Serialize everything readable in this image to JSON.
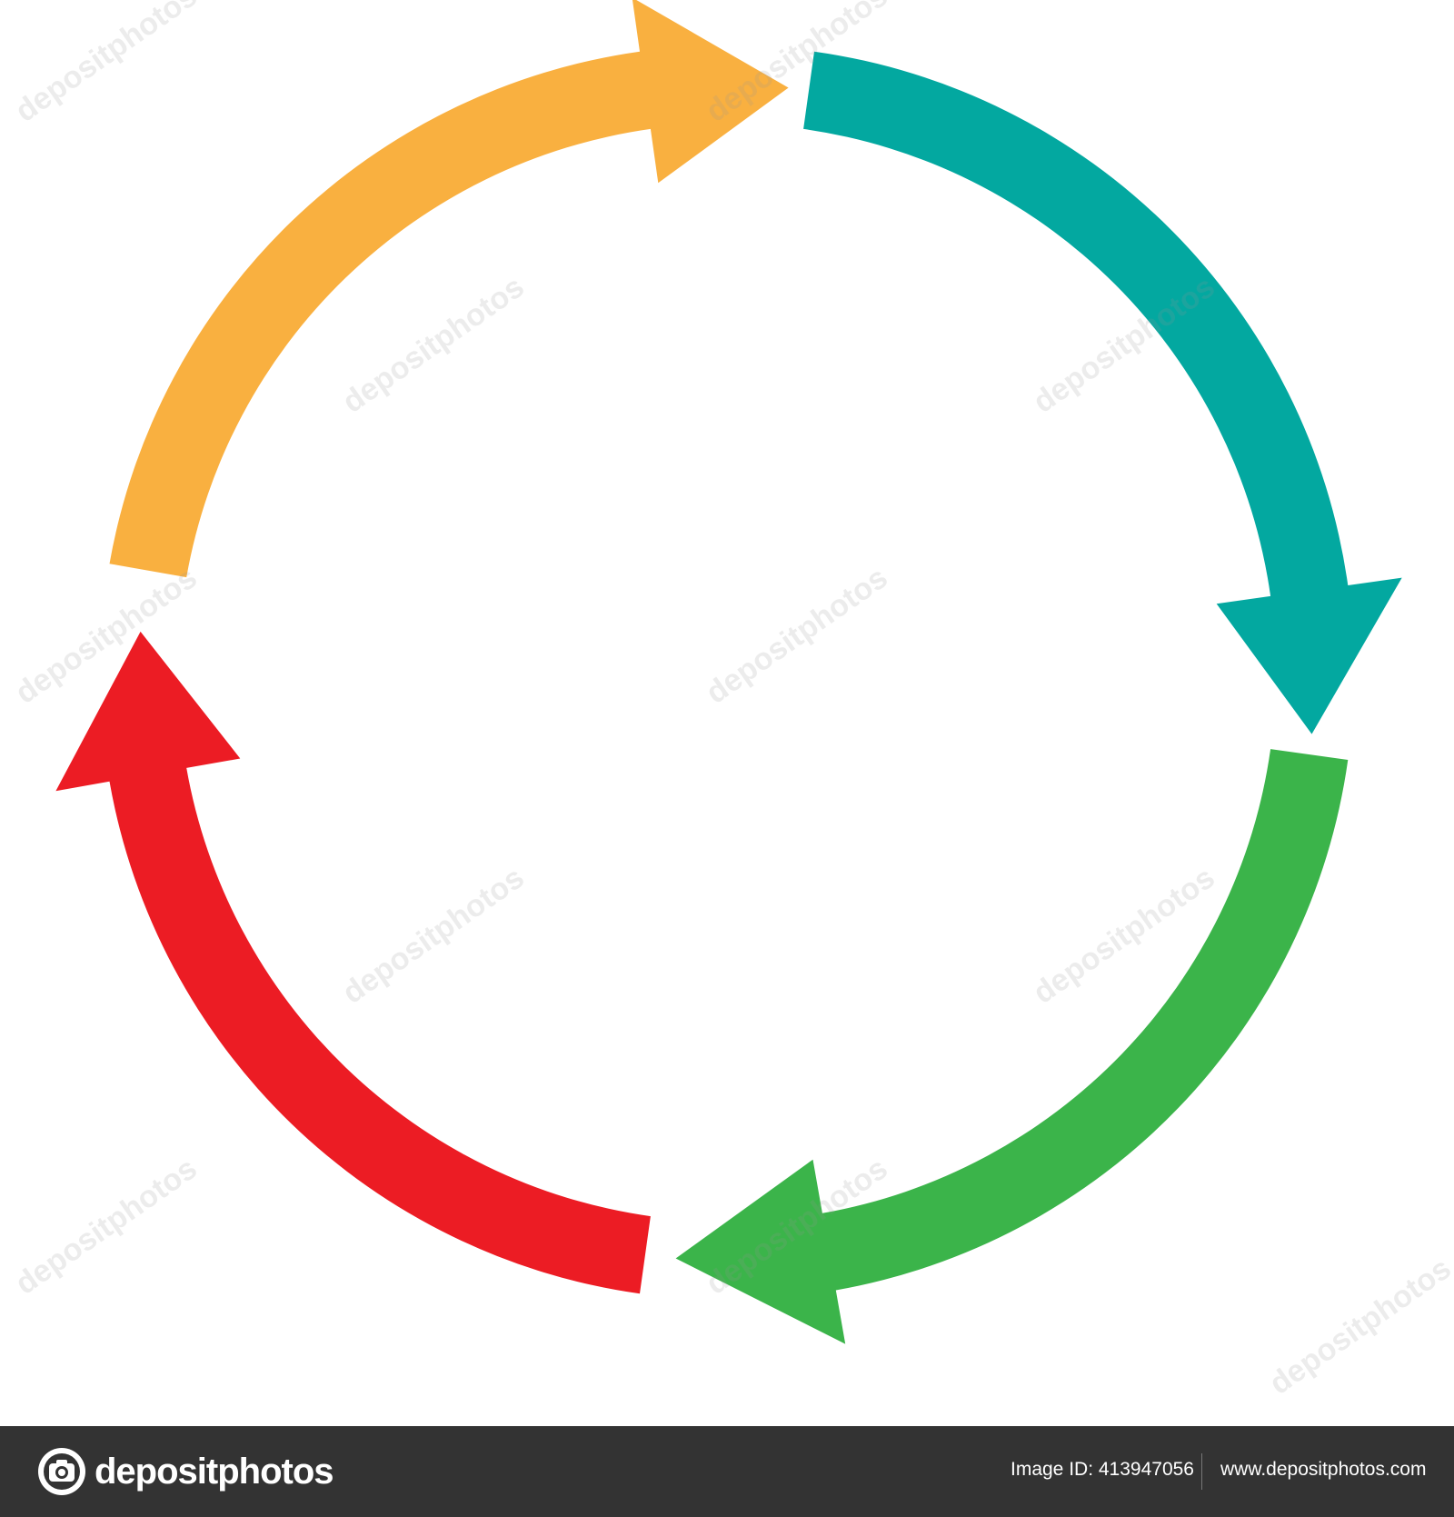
{
  "diagram": {
    "arrows": [
      {
        "name": "orange",
        "color": "#F9B040",
        "direction": "clockwise"
      },
      {
        "name": "teal",
        "color": "#03A8A0",
        "direction": "clockwise"
      },
      {
        "name": "green",
        "color": "#3BB44A",
        "direction": "clockwise"
      },
      {
        "name": "red",
        "color": "#EC1C24",
        "direction": "clockwise"
      }
    ]
  },
  "watermark": {
    "text": "depositphotos"
  },
  "footer": {
    "logo_text": "depositphotos",
    "image_id": "Image ID: 413947056",
    "site_url": "www.depositphotos.com",
    "background_color": "#333333"
  }
}
